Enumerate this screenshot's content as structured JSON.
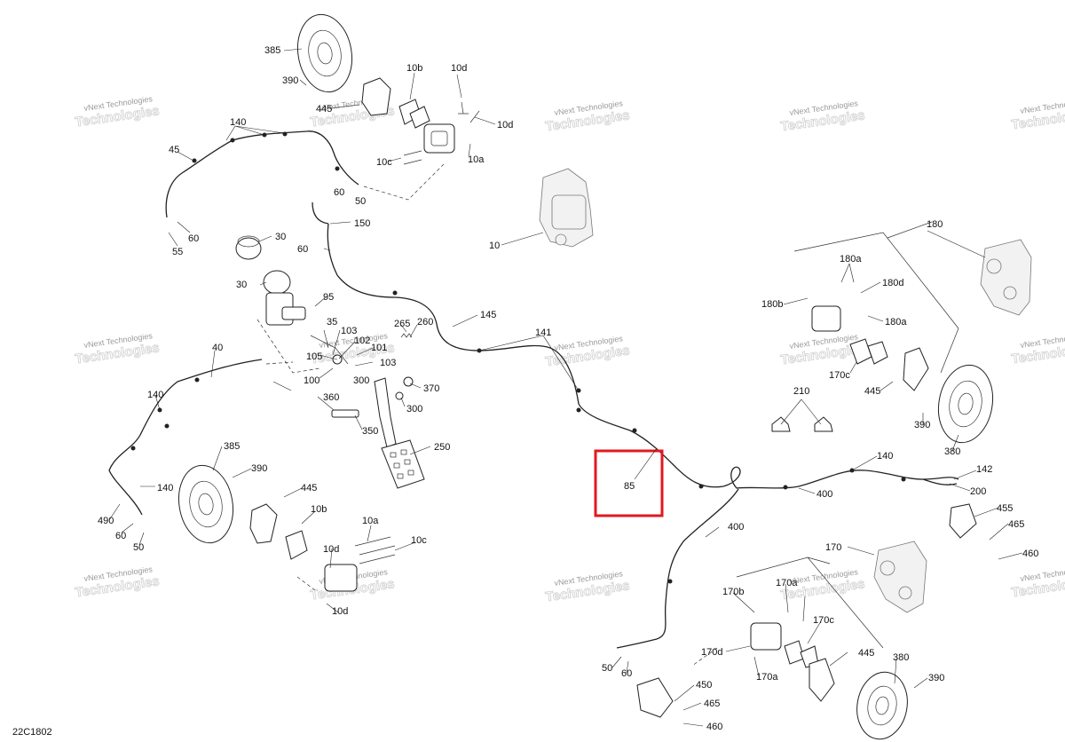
{
  "document_code": "22C1802",
  "watermark": {
    "line1": "vNext Technologies",
    "line2": "Technologies"
  },
  "highlight": {
    "label": "85",
    "color": "#e0191f"
  },
  "labels": {
    "l385a": "385",
    "l390a": "390",
    "l445a": "445",
    "l10b_a": "10b",
    "l10d_a1": "10d",
    "l10d_a2": "10d",
    "l10c_a": "10c",
    "l10a_a": "10a",
    "l140a": "140",
    "l45": "45",
    "l60a": "60",
    "l50a": "50",
    "l60b": "60",
    "l55": "55",
    "l150": "150",
    "l30a": "30",
    "l60c": "60",
    "l30b": "30",
    "l95": "95",
    "l10": "10",
    "l35": "35",
    "l103a": "103",
    "l102": "102",
    "l101": "101",
    "l265": "265",
    "l260": "260",
    "l145": "145",
    "l141": "141",
    "l105": "105",
    "l103b": "103",
    "l100": "100",
    "l300a": "300",
    "l370": "370",
    "l360": "360",
    "l300b": "300",
    "l350": "350",
    "l250": "250",
    "l40": "40",
    "l140b": "140",
    "l140c": "140",
    "l490": "490",
    "l60d": "60",
    "l50b": "50",
    "l385b": "385",
    "l390b": "390",
    "l445b": "445",
    "l10b_b": "10b",
    "l10a_b": "10a",
    "l10c_b": "10c",
    "l10d_b1": "10d",
    "l10d_b2": "10d",
    "l180": "180",
    "l180a1": "180a",
    "l180d": "180d",
    "l180b": "180b",
    "l180a2": "180a",
    "l170c_a": "170c",
    "l445c": "445",
    "l210": "210",
    "l390c": "390",
    "l380a": "380",
    "l140d": "140",
    "l142": "142",
    "l200": "200",
    "l400a": "400",
    "l400b": "400",
    "l455": "455",
    "l465a": "465",
    "l460a": "460",
    "l170": "170",
    "l170b": "170b",
    "l170a1": "170a",
    "l170c_b": "170c",
    "l170d": "170d",
    "l170a2": "170a",
    "l445d": "445",
    "l380b": "380",
    "l390d": "390",
    "l50c": "50",
    "l60e": "60",
    "l450": "450",
    "l465b": "465",
    "l460b": "460"
  }
}
